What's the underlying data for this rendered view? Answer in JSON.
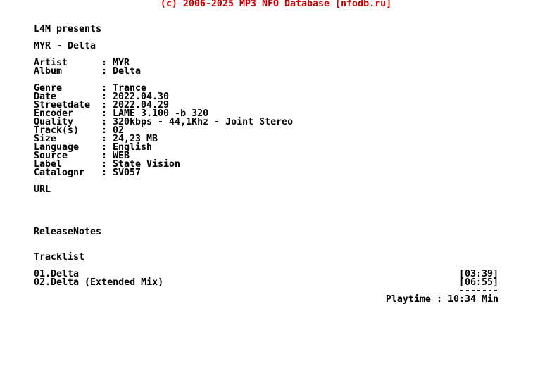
{
  "header": "(c) 2006-2025 MP3 NFO Database [nfodb.ru]",
  "presents": "L4M presents",
  "release_title": "MYR - Delta",
  "info_a": [
    {
      "key": "Artist",
      "value": "MYR"
    },
    {
      "key": "Album",
      "value": "Delta"
    }
  ],
  "info_b": [
    {
      "key": "Genre",
      "value": "Trance"
    },
    {
      "key": "Date",
      "value": "2022.04.30"
    },
    {
      "key": "Streetdate",
      "value": "2022.04.29"
    },
    {
      "key": "Encoder",
      "value": "LAME 3.100 -b 320"
    },
    {
      "key": "Quality",
      "value": "320kbps - 44,1Khz - Joint Stereo"
    },
    {
      "key": "Track(s)",
      "value": "02"
    },
    {
      "key": "Size",
      "value": "24,23 MB"
    },
    {
      "key": "Language",
      "value": "English"
    },
    {
      "key": "Source",
      "value": "WEB"
    },
    {
      "key": "Label",
      "value": "State Vision"
    },
    {
      "key": "Catalognr",
      "value": "SV057"
    }
  ],
  "separator": ":",
  "url_label": "URL",
  "release_notes_label": "ReleaseNotes",
  "tracklist_label": "Tracklist",
  "tracks": [
    {
      "title": "01.Delta",
      "duration": "[03:39]"
    },
    {
      "title": "02.Delta (Extended Mix)",
      "duration": "[06:55]"
    }
  ],
  "divider": "-------",
  "playtime": "Playtime : 10:34 Min"
}
